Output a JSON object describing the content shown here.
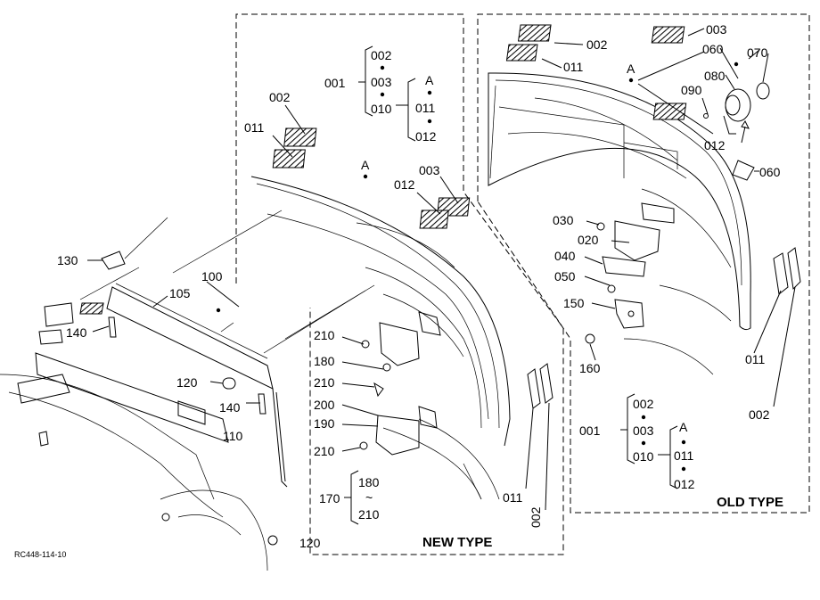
{
  "diagram": {
    "drawing_code": "RC448-114-10",
    "new_type_label": "NEW TYPE",
    "old_type_label": "OLD TYPE",
    "marker_A": "A",
    "tilde": "~",
    "parts": {
      "p001": "001",
      "p002": "002",
      "p003": "003",
      "p010": "010",
      "p011": "011",
      "p012": "012",
      "p020": "020",
      "p030": "030",
      "p040": "040",
      "p050": "050",
      "p060": "060",
      "p070": "070",
      "p080": "080",
      "p090": "090",
      "p100": "100",
      "p105": "105",
      "p110": "110",
      "p120": "120",
      "p130": "130",
      "p140": "140",
      "p150": "150",
      "p160": "160",
      "p170": "170",
      "p180": "180",
      "p190": "190",
      "p200": "200",
      "p210": "210"
    }
  }
}
